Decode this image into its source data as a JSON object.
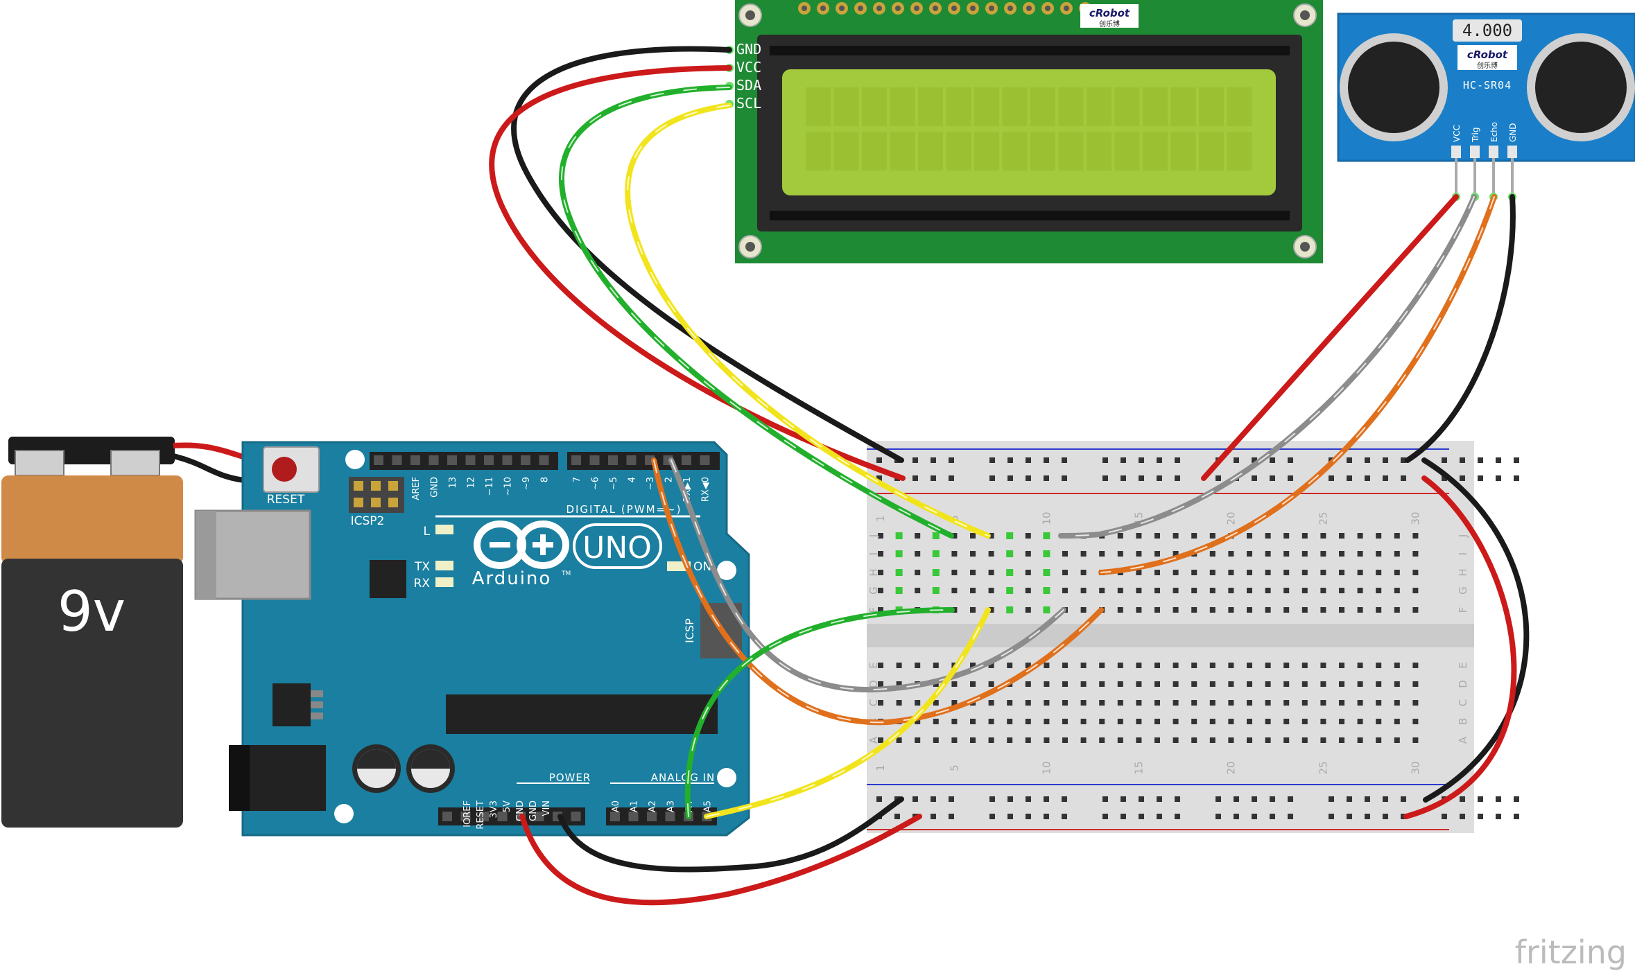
{
  "battery": {
    "label": "9v"
  },
  "arduino": {
    "logo_text": "Arduino",
    "logo_tm": "TM",
    "model": "UNO",
    "reset_label": "RESET",
    "icsp2_label": "ICSP2",
    "icsp_label": "ICSP",
    "on_label": "ON",
    "led_l": "L",
    "led_tx": "TX",
    "led_rx": "RX",
    "digital_label": "DIGITAL (PWM=~)",
    "power_label": "POWER",
    "analog_label": "ANALOG IN",
    "top_pins_a": [
      "AREF",
      "GND",
      "13",
      "12",
      "~11",
      "~10",
      "~9",
      "8"
    ],
    "top_pins_b": [
      "7",
      "~6",
      "~5",
      "4",
      "~3",
      "2",
      "TX▶1",
      "RX◀0"
    ],
    "power_pins": [
      "IOREF",
      "RESET",
      "3V3",
      "5V",
      "GND",
      "GND",
      "VIN"
    ],
    "analog_pins": [
      "A0",
      "A1",
      "A2",
      "A3",
      "A4",
      "A5"
    ]
  },
  "lcd": {
    "brand": "cRobot",
    "brand_cn": "创乐博",
    "pins": [
      "GND",
      "VCC",
      "SDA",
      "SCL"
    ]
  },
  "sensor": {
    "version": "4.000",
    "brand": "cRobot",
    "brand_cn": "创乐博",
    "model": "HC-SR04",
    "pins": [
      "VCC",
      "Trig",
      "Echo",
      "GND"
    ]
  },
  "breadboard": {
    "column_numbers": [
      "1",
      "5",
      "10",
      "15",
      "20",
      "25",
      "30"
    ],
    "rows_top": [
      "J",
      "I",
      "H",
      "G",
      "F"
    ],
    "rows_bottom": [
      "E",
      "D",
      "C",
      "B",
      "A"
    ]
  },
  "wire_colors": {
    "black": "#1a1a1a",
    "red": "#cc1a1a",
    "green": "#22b02c",
    "yellow": "#f2e41c",
    "gray": "#8c8c8c",
    "orange": "#e0701c"
  },
  "watermark": {
    "brand": "fritzing"
  }
}
